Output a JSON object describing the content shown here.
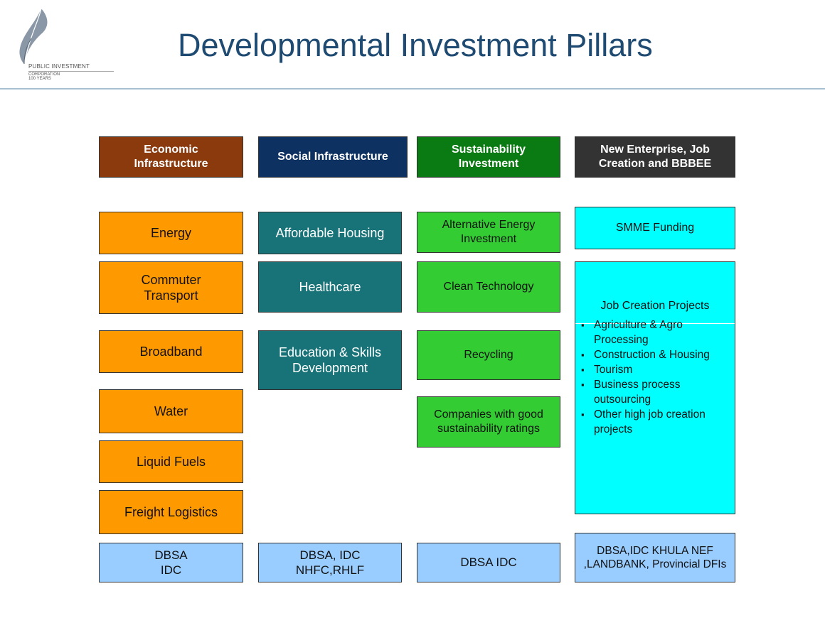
{
  "logo": {
    "line1": "PUBLIC INVESTMENT",
    "line2": "CORPORATION",
    "line3": "100 YEARS"
  },
  "title": "Developmental Investment Pillars",
  "colors": {
    "title": "#1f4b73",
    "economic": "#8b3a0e",
    "social": "#0d3160",
    "sustainability": "#0a7a12",
    "enterprise": "#333333",
    "orange": "#ff9900",
    "teal": "#177378",
    "green": "#33cc33",
    "cyan": "#00ffff",
    "blue": "#99ccff"
  },
  "columns": [
    {
      "header": "Economic Infrastructure",
      "items": [
        "Energy",
        "Commuter Transport",
        "Broadband",
        "Water",
        "Liquid Fuels",
        "Freight Logistics"
      ],
      "funders": "DBSA IDC"
    },
    {
      "header": "Social Infrastructure",
      "items": [
        "Affordable Housing",
        "Healthcare",
        "Education & Skills Development"
      ],
      "funders": "DBSA, IDC NHFC,RHLF"
    },
    {
      "header": "Sustainability Investment",
      "items": [
        "Alternative Energy Investment",
        "Clean Technology",
        "Recycling",
        "Companies with good sustainability ratings"
      ],
      "funders": "DBSA IDC"
    },
    {
      "header": "New Enterprise, Job Creation and BBBEE",
      "smme": "SMME Funding",
      "job_title": "Job Creation Projects",
      "job_items": [
        "Agriculture & Agro Processing",
        "Construction & Housing",
        "Tourism",
        "Business process outsourcing",
        "Other high job creation projects"
      ],
      "funders": "DBSA,IDC KHULA NEF ,LANDBANK, Provincial DFIs"
    }
  ]
}
